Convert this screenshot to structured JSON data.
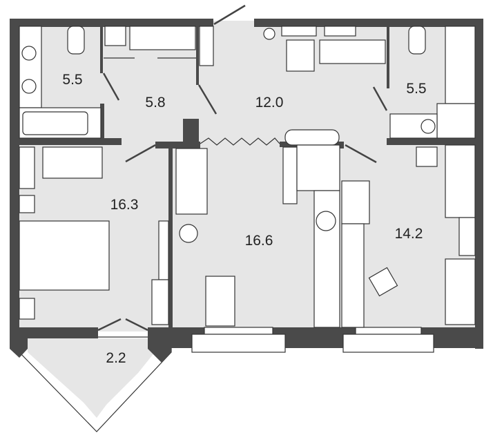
{
  "plan": {
    "rooms": [
      {
        "id": "bathroom-left",
        "area": "5.5"
      },
      {
        "id": "wardrobe",
        "area": "5.8"
      },
      {
        "id": "hallway",
        "area": "12.0"
      },
      {
        "id": "bathroom-right",
        "area": "5.5"
      },
      {
        "id": "bedroom",
        "area": "16.3"
      },
      {
        "id": "kitchen-living",
        "area": "16.6"
      },
      {
        "id": "room",
        "area": "14.2"
      },
      {
        "id": "balcony",
        "area": "2.2"
      }
    ],
    "colors": {
      "wall": "#4a4a4a",
      "floor": "#e6e6e6",
      "furniture": "#ffffff"
    }
  }
}
